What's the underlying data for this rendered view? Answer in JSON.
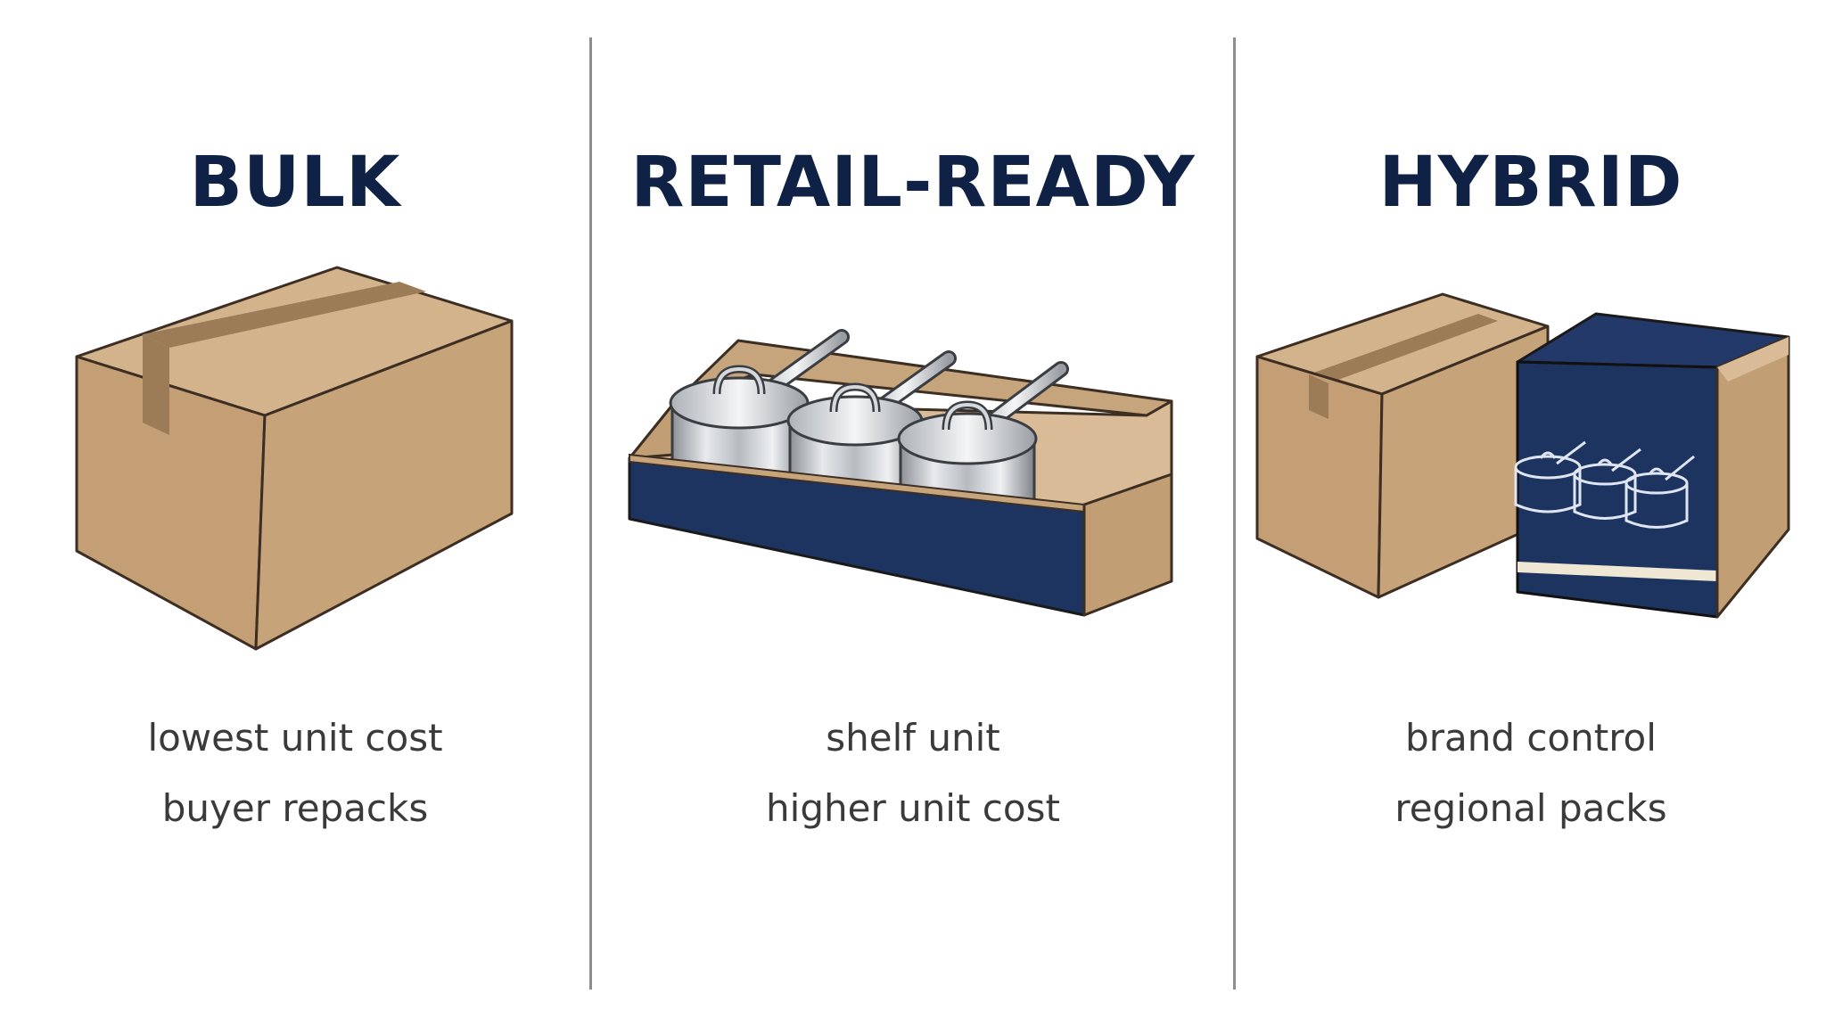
{
  "columns": [
    {
      "title": "BULK",
      "icon": "cardboard-box-icon",
      "captions": [
        "lowest unit cost",
        "buyer repacks"
      ]
    },
    {
      "title": "RETAIL-READY",
      "icon": "display-tray-with-saucepans-icon",
      "captions": [
        "shelf unit",
        "higher unit cost"
      ]
    },
    {
      "title": "HYBRID",
      "icon": "box-and-branded-sleeve-icon",
      "captions": [
        "brand control",
        "regional packs"
      ]
    }
  ],
  "colors": {
    "title": "#0f2246",
    "caption": "#3a3a3a",
    "cardboard": "#c4a17a",
    "navy": "#1d3461",
    "divider": "#8e8e8e"
  }
}
